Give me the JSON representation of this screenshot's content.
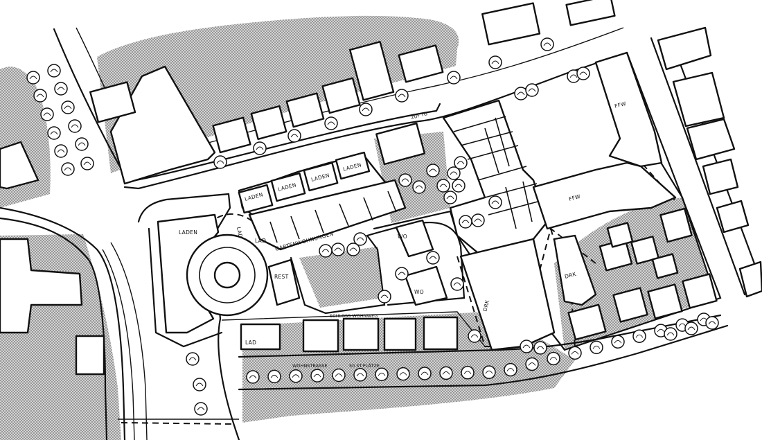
{
  "map": {
    "labels": {
      "laden_1": "LADEN",
      "laden_2": "LADEN",
      "laden_3": "LADEN",
      "laden_4": "LADEN",
      "laden_5": "LADEN",
      "lad_1": "LAD",
      "lad_2": "LAD",
      "lad_3": "LAD",
      "rest": "REST",
      "gartenwohnungen": "GARTENWOHNUNGEN",
      "wo_1": "WO",
      "wo_2": "WO",
      "zuf": "ZUF TG",
      "ffw_1": "FFW",
      "ffw_2": "FFW",
      "drk_1": "DRK",
      "drk_2": "DRK",
      "wohnweg": "SCHLOSS WOHNWEG",
      "wohnstrasse": "WOHNSTRASSE",
      "stplaetze": "50 ST.PLÄTZE"
    },
    "colors": {
      "ink": "#111111",
      "paper": "#ffffff",
      "stipple": "#9a9a9a"
    }
  }
}
